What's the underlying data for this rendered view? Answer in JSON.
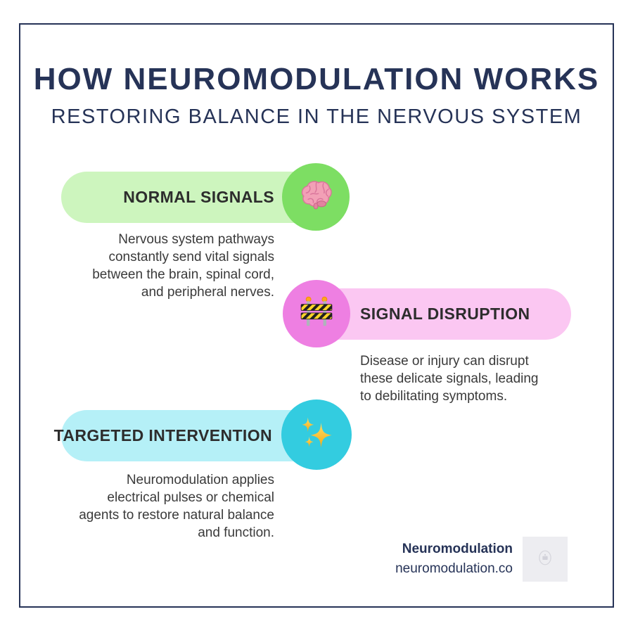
{
  "header": {
    "title": "HOW NEUROMODULATION WORKS",
    "subtitle": "RESTORING BALANCE IN THE NERVOUS SYSTEM"
  },
  "sections": [
    {
      "label": "NORMAL SIGNALS",
      "description": "Nervous system pathways\nconstantly send vital signals\nbetween the brain, spinal cord,\nand peripheral nerves.",
      "icon": "brain-icon",
      "pill_color": "#cdf5be",
      "circle_color": "#7dde63"
    },
    {
      "label": "SIGNAL DISRUPTION",
      "description": "Disease or injury can disrupt\nthese delicate signals, leading\nto debilitating symptoms.",
      "icon": "construction-barrier-icon",
      "pill_color": "#fbc7f2",
      "circle_color": "#ee7fe2"
    },
    {
      "label": "TARGETED INTERVENTION",
      "description": "Neuromodulation applies\nelectrical pulses or chemical\nagents to restore natural balance\nand function.",
      "icon": "sparkles-icon",
      "pill_color": "#b5f0f7",
      "circle_color": "#33cce0"
    }
  ],
  "footer": {
    "brand": "Neuromodulation",
    "website": "neuromodulation.co",
    "logo_icon": "image-placeholder-icon"
  },
  "palette": {
    "frame_navy": "#263357",
    "heading_navy": "#263357",
    "section_label_text": "#2d2d2d",
    "body_text": "#3a3a3a",
    "logo_box_gray": "#ededf1"
  }
}
